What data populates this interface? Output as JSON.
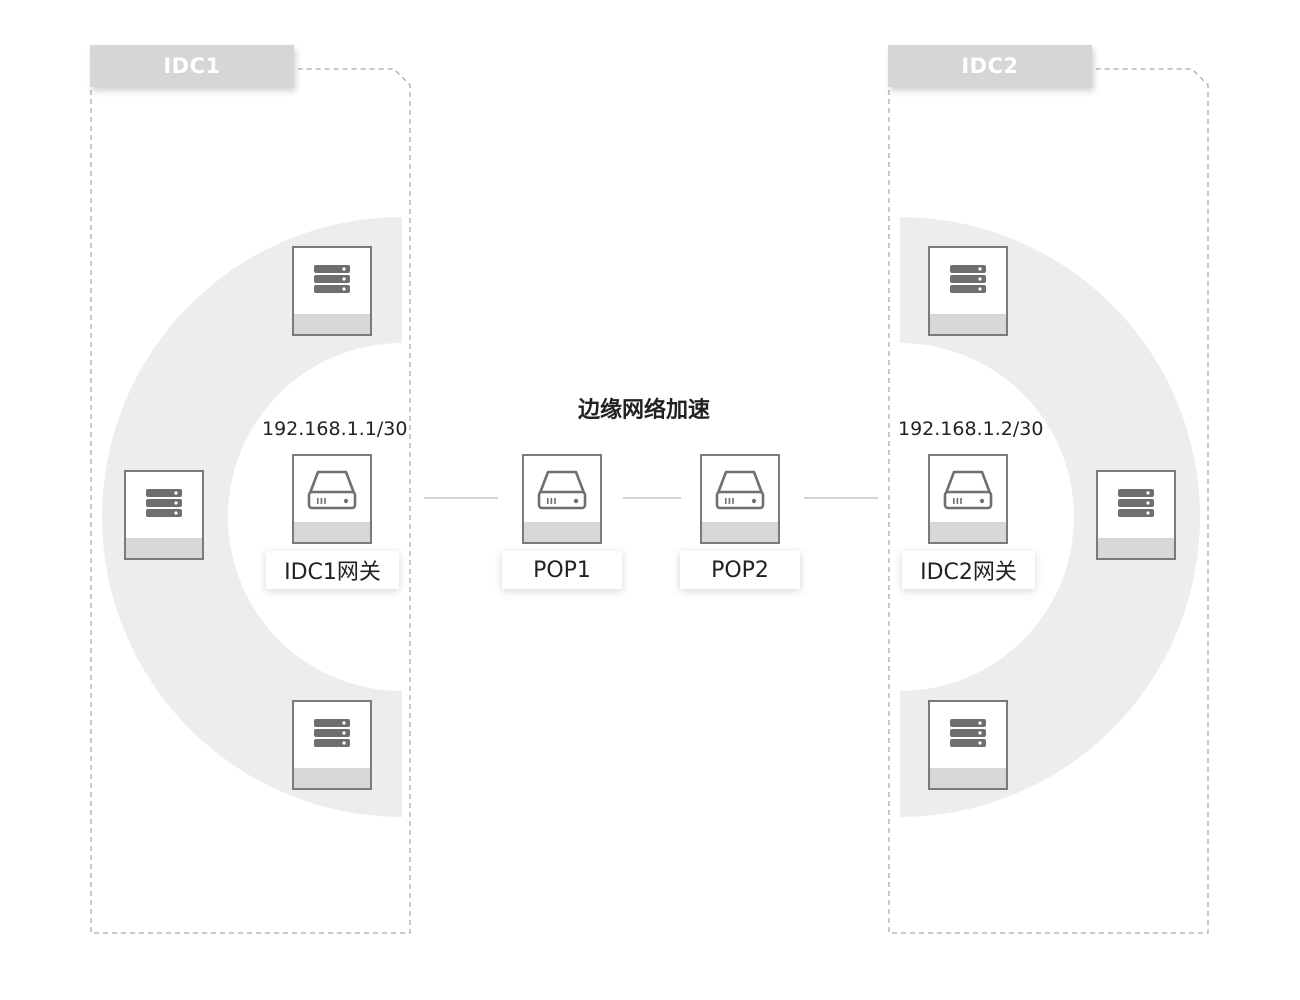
{
  "idc1": {
    "title": "IDC1",
    "gateway_label": "IDC1网关",
    "gateway_ip": "192.168.1.1/30",
    "server_count": 3
  },
  "idc2": {
    "title": "IDC2",
    "gateway_label": "IDC2网关",
    "gateway_ip": "192.168.1.2/30",
    "server_count": 3
  },
  "edge": {
    "title": "边缘网络加速",
    "pops": [
      "POP1",
      "POP2"
    ]
  },
  "colors": {
    "ring": "#eceeed",
    "tab": "#d6d6d6",
    "border": "#888888",
    "line": "#bbbbbb"
  },
  "icons": {
    "server": "server-rack-icon",
    "gateway": "hard-drive-icon"
  }
}
